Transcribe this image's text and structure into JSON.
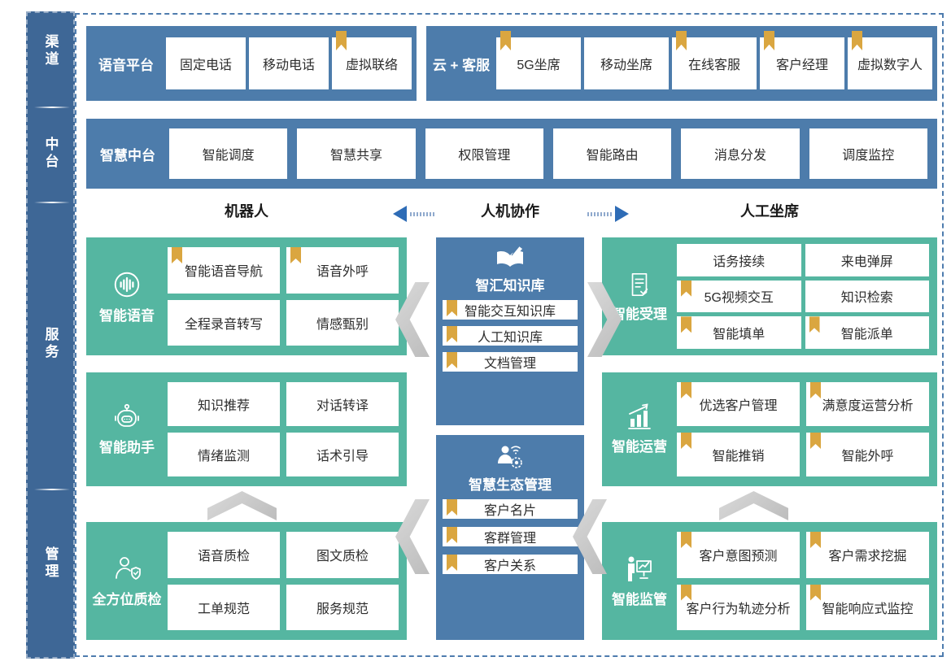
{
  "colors": {
    "panel_blue": "#4d7cab",
    "sidebar_blue": "#3e6796",
    "block_green": "#55b6a1",
    "bookmark_gold": "#daa640",
    "arrow_blue": "#2e6cb6"
  },
  "sidebar": {
    "sections": [
      {
        "label": "渠道"
      },
      {
        "label": "中台"
      },
      {
        "label": "服务"
      },
      {
        "label": "管理"
      }
    ]
  },
  "voice_platform": {
    "label": "语音平台",
    "items": [
      {
        "text": "固定电话",
        "bookmark": false
      },
      {
        "text": "移动电话",
        "bookmark": false
      },
      {
        "text": "虚拟联络",
        "bookmark": true
      }
    ]
  },
  "cloud_service": {
    "label": "云 + 客服",
    "items": [
      {
        "text": "5G坐席",
        "bookmark": true
      },
      {
        "text": "移动坐席",
        "bookmark": false
      },
      {
        "text": "在线客服",
        "bookmark": true
      },
      {
        "text": "客户经理",
        "bookmark": true
      },
      {
        "text": "虚拟数字人",
        "bookmark": true
      }
    ]
  },
  "middle_platform": {
    "label": "智慧中台",
    "items": [
      {
        "text": "智能调度",
        "bookmark": false
      },
      {
        "text": "智慧共享",
        "bookmark": false
      },
      {
        "text": "权限管理",
        "bookmark": false
      },
      {
        "text": "智能路由",
        "bookmark": false
      },
      {
        "text": "消息分发",
        "bookmark": false
      },
      {
        "text": "调度监控",
        "bookmark": false
      }
    ]
  },
  "collaboration": {
    "left": "机器人",
    "center": "人机协作",
    "right": "人工坐席"
  },
  "robot_column": [
    {
      "label": "智能语音",
      "icon": "voice-icon",
      "items": [
        {
          "text": "智能语音导航",
          "bookmark": true
        },
        {
          "text": "语音外呼",
          "bookmark": true
        },
        {
          "text": "全程录音转写",
          "bookmark": false
        },
        {
          "text": "情感甄别",
          "bookmark": false
        }
      ]
    },
    {
      "label": "智能助手",
      "icon": "robot-icon",
      "items": [
        {
          "text": "知识推荐",
          "bookmark": false
        },
        {
          "text": "对话转译",
          "bookmark": false
        },
        {
          "text": "情绪监测",
          "bookmark": false
        },
        {
          "text": "话术引导",
          "bookmark": false
        }
      ]
    },
    {
      "label": "全方位质检",
      "icon": "inspector-icon",
      "items": [
        {
          "text": "语音质检",
          "bookmark": false
        },
        {
          "text": "图文质检",
          "bookmark": false
        },
        {
          "text": "工单规范",
          "bookmark": false
        },
        {
          "text": "服务规范",
          "bookmark": false
        }
      ]
    }
  ],
  "knowledge_column": [
    {
      "label": "智汇知识库",
      "icon": "knowledge-icon",
      "items": [
        {
          "text": "智能交互知识库",
          "bookmark": true
        },
        {
          "text": "人工知识库",
          "bookmark": true
        },
        {
          "text": "文档管理",
          "bookmark": true
        }
      ]
    },
    {
      "label": "智慧生态管理",
      "icon": "ecosystem-icon",
      "items": [
        {
          "text": "客户名片",
          "bookmark": true
        },
        {
          "text": "客群管理",
          "bookmark": true
        },
        {
          "text": "客户关系",
          "bookmark": true
        }
      ]
    }
  ],
  "agent_column": [
    {
      "label": "智能受理",
      "icon": "document-check-icon",
      "items": [
        {
          "text": "话务接续",
          "bookmark": false
        },
        {
          "text": "来电弹屏",
          "bookmark": false
        },
        {
          "text": "5G视频交互",
          "bookmark": true
        },
        {
          "text": "知识检索",
          "bookmark": false
        },
        {
          "text": "智能填单",
          "bookmark": true
        },
        {
          "text": "智能派单",
          "bookmark": true
        }
      ]
    },
    {
      "label": "智能运营",
      "icon": "chart-up-icon",
      "items": [
        {
          "text": "优选客户管理",
          "bookmark": true
        },
        {
          "text": "满意度运营分析",
          "bookmark": true
        },
        {
          "text": "智能推销",
          "bookmark": true
        },
        {
          "text": "智能外呼",
          "bookmark": true
        }
      ]
    },
    {
      "label": "智能监管",
      "icon": "presenter-icon",
      "items": [
        {
          "text": "客户意图预测",
          "bookmark": true
        },
        {
          "text": "客户需求挖掘",
          "bookmark": true
        },
        {
          "text": "客户行为轨迹分析",
          "bookmark": true
        },
        {
          "text": "智能响应式监控",
          "bookmark": true
        }
      ]
    }
  ]
}
